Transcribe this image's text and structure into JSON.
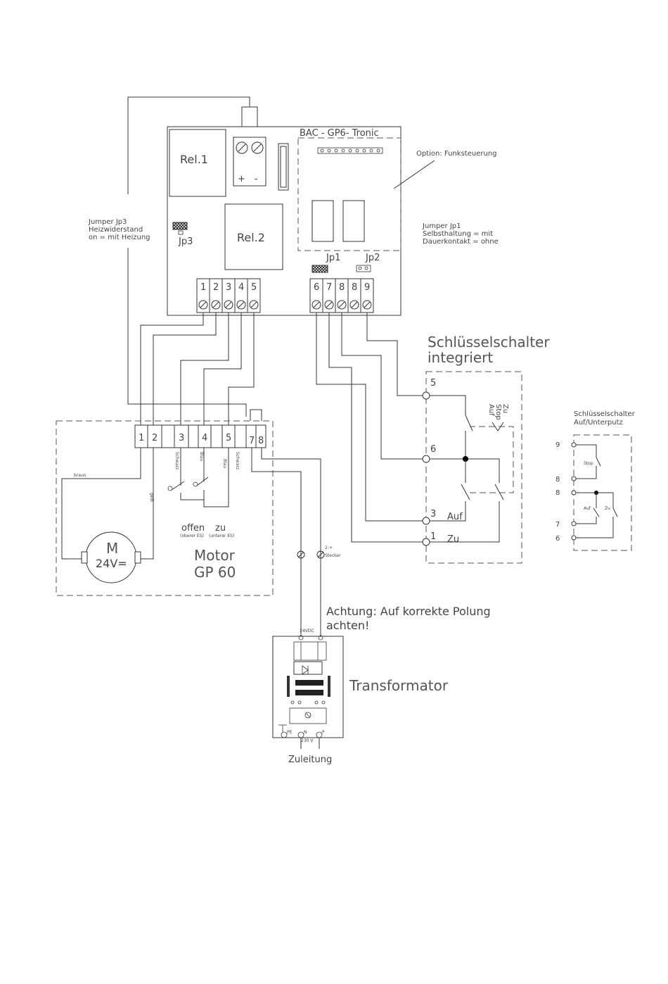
{
  "board": {
    "title": "BAC  -  GP6-  Tronic",
    "relay1": "Rel.1",
    "relay2": "Rel.2",
    "plus": "+",
    "minus": "-",
    "jp3": "Jp3",
    "jp1": "Jp1",
    "jp2": "Jp2",
    "terminals_left": [
      "1",
      "2",
      "3",
      "4",
      "5"
    ],
    "terminals_right": [
      "6",
      "7",
      "8",
      "8",
      "9"
    ]
  },
  "notes": {
    "option": "Option: Funksteuerung",
    "jp3": [
      "Jumper Jp3",
      "Heizwiderstand",
      "on = mit Heizung"
    ],
    "jp1": [
      "Jumper Jp1",
      "Selbsthaltung = mit",
      "Dauerkontakt = ohne"
    ],
    "polarity": [
      "Achtung: Auf korrekte Polung",
      "achten!"
    ]
  },
  "motor": {
    "terminals": [
      "1",
      "2",
      "3",
      "4",
      "5",
      "7",
      "8"
    ],
    "wires": [
      "braun",
      "gelb",
      "Schwarz",
      "Blau",
      "Blau",
      "Schwarz"
    ],
    "switch_labels": [
      "offen",
      "zu"
    ],
    "switch_sub": [
      "(oberer ES)",
      "(unterer ES)"
    ],
    "symbol_m": "M",
    "symbol_v": "24V=",
    "name": [
      "Motor",
      "GP 60"
    ]
  },
  "plug": [
    "2-+",
    "Stecker"
  ],
  "key_switch_integrated": {
    "title": [
      "Schlüsselschalter",
      "integriert"
    ],
    "terminals": [
      "5",
      "6",
      "3",
      "1"
    ],
    "labels": [
      "Auf",
      "Zu"
    ],
    "vertical": [
      "Auf",
      "Stop",
      "Zu"
    ]
  },
  "key_switch_surface": {
    "title": [
      "Schlüsselschalter",
      "Auf/Unterputz"
    ],
    "terminals": [
      "9",
      "8",
      "8",
      "7",
      "6"
    ],
    "labels": [
      "Stop",
      "Auf",
      "Zu"
    ]
  },
  "transformer": {
    "title": "Transformator",
    "dc": "24VDC",
    "ac": "230 V",
    "pins": [
      "PE",
      "N",
      "P"
    ],
    "supply": "Zuleitung"
  }
}
